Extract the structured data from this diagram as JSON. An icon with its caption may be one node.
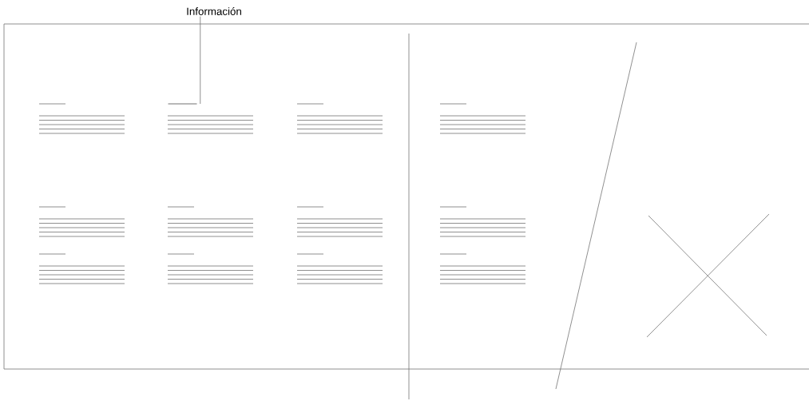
{
  "diagram": {
    "nodes": [
      {
        "text": [
          "Información"
        ]
      },
      {
        "text": [],
        "shape": "bar"
      }
    ],
    "edges": [
      {
        "from": 0,
        "to": 1,
        "arrow": "none"
      }
    ]
  }
}
